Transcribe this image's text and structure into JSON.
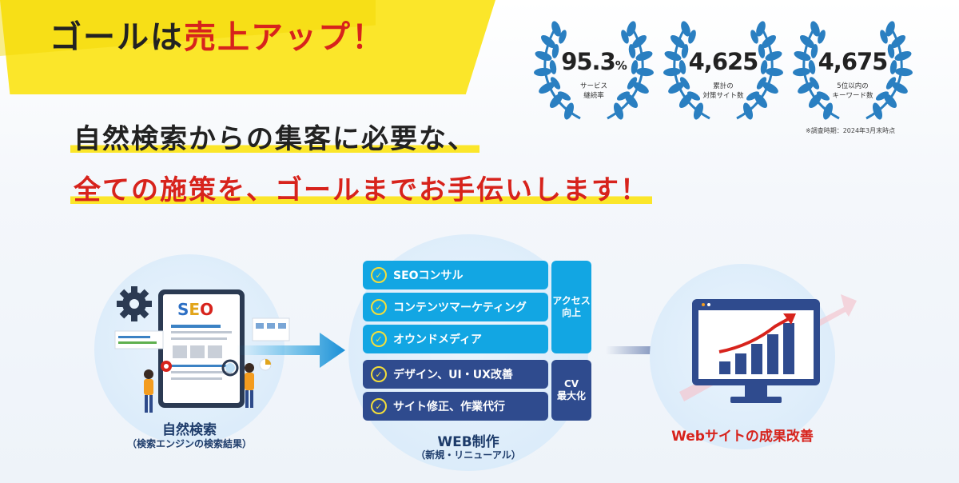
{
  "headline": {
    "dark": "ゴールは",
    "red": "売上アップ！"
  },
  "stats": [
    {
      "value": "95.3",
      "unit": "%",
      "caption": "サービス\n継続率"
    },
    {
      "value": "4,625",
      "unit": "",
      "caption": "累計の\n対策サイト数"
    },
    {
      "value": "4,675",
      "unit": "",
      "caption": "5位以内の\nキーワード数"
    }
  ],
  "stats_note": "※調査時期：2024年3月末時点",
  "tagline": {
    "line1": "自然検索からの集客に必要な、",
    "line2": "全ての施策を、ゴールまでお手伝いします！"
  },
  "left_section": {
    "seo_text": "SEO",
    "label": "自然検索",
    "sublabel": "（検索エンジンの検索結果）"
  },
  "services": [
    {
      "label": "SEOコンサル",
      "group": "access"
    },
    {
      "label": "コンテンツマーケティング",
      "group": "access"
    },
    {
      "label": "オウンドメディア",
      "group": "access"
    },
    {
      "label": "デザイン、UI・UX改善",
      "group": "cv"
    },
    {
      "label": "サイト修正、作業代行",
      "group": "cv"
    }
  ],
  "groups": {
    "access": "アクセス\n向上",
    "cv": "CV\n最大化"
  },
  "middle_section": {
    "label": "WEB制作",
    "sublabel": "（新規・リニューアル）"
  },
  "right_section": {
    "label": "Webサイトの成果改善"
  },
  "colors": {
    "yellow": "#fbe62a",
    "red": "#d7231c",
    "cyan": "#12a6e3",
    "navy": "#2f4b8e",
    "laurel": "#2a7fc1"
  }
}
